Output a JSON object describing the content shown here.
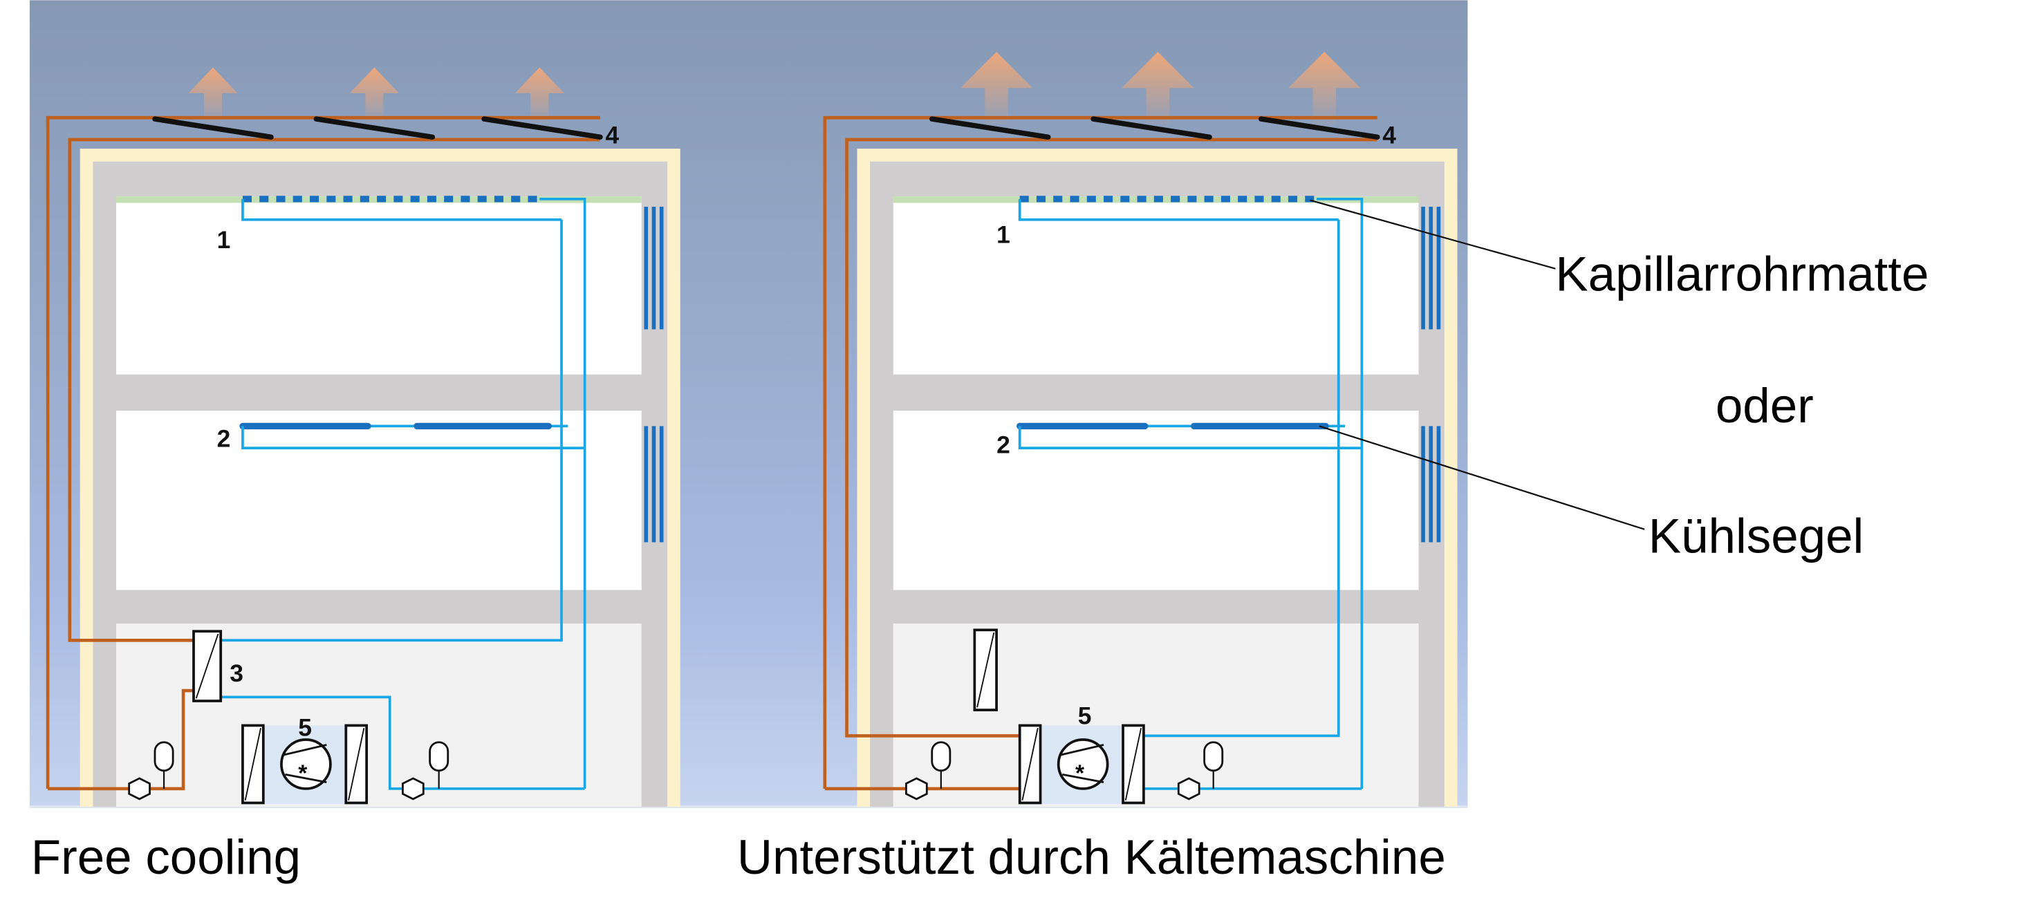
{
  "colors": {
    "sky_top": "#8598b3",
    "sky_bottom": "#c6d4ef",
    "cold_pipe": "#1aa7e6",
    "warm_pipe": "#c0601e",
    "ceiling_element": "#1a6fc0",
    "structure": "#cfcdcd"
  },
  "left_panel": {
    "caption": "Free cooling",
    "labels": {
      "n1": "1",
      "n2": "2",
      "n3": "3",
      "n4": "4",
      "n5": "5"
    }
  },
  "right_panel": {
    "caption": "Unterstützt durch Kältemaschine",
    "labels": {
      "n1": "1",
      "n2": "2",
      "n4": "4",
      "n5": "5"
    }
  },
  "callouts": {
    "capillary": "Kapillarrohrmatte",
    "or": "oder",
    "chilled_beam": "Kühlsegel"
  }
}
